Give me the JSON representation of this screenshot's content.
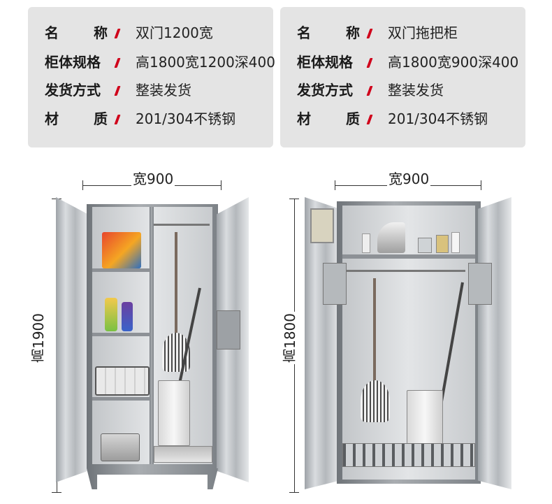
{
  "left_spec": {
    "name_label": [
      "名",
      "称"
    ],
    "name_value": "双门1200宽",
    "size_label": "柜体规格",
    "size_value": "高1800宽1200深400",
    "ship_label": "发货方式",
    "ship_value": "整装发货",
    "material_label": [
      "材",
      "质"
    ],
    "material_value": "201/304不锈钢"
  },
  "right_spec": {
    "name_label": [
      "名",
      "称"
    ],
    "name_value": "双门拖把柜",
    "size_label": "柜体规格",
    "size_value": "高1800宽900深400",
    "ship_label": "发货方式",
    "ship_value": "整装发货",
    "material_label": [
      "材",
      "质"
    ],
    "material_value": "201/304不锈钢"
  },
  "left_cabinet": {
    "width_label": "宽900",
    "height_label": "高1900"
  },
  "right_cabinet": {
    "width_label": "宽900",
    "height_label": "高1800"
  },
  "colors": {
    "accent": "#d0021b",
    "card_bg": "#e4e4e4"
  }
}
